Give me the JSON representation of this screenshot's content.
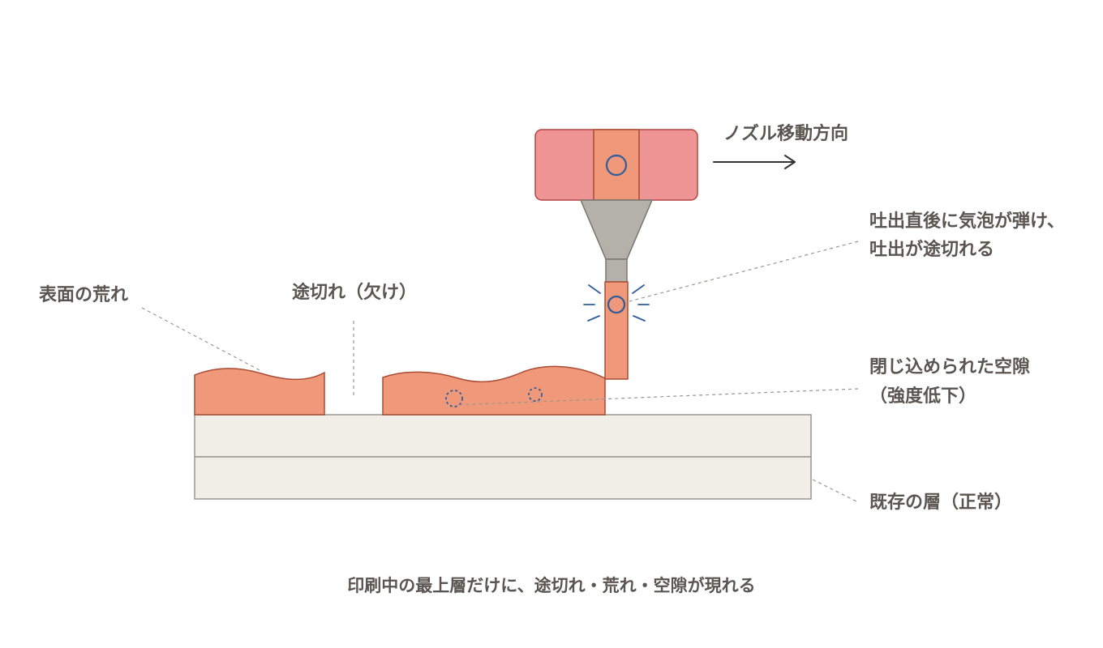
{
  "labels": {
    "nozzle_direction": "ノズル移動方向",
    "bubble_line1": "吐出直後に気泡が弾け、",
    "bubble_line2": "吐出が途切れる",
    "surface_rough": "表面の荒れ",
    "gap_missing": "途切れ（欠け）",
    "void_line1": "閉じ込められた空隙",
    "void_line2": "（強度低下）",
    "existing_layer": "既存の層（正常）"
  },
  "caption": "印刷中の最上層だけに、途切れ・荒れ・空隙が現れる",
  "colors": {
    "nozzle_body": "#ef9494",
    "filament": "#f0997a",
    "filament_stroke": "#a84c34",
    "cone": "#b4b0aa",
    "layer_fill": "#f1eee8",
    "layer_stroke": "#9a9590",
    "bubble": "#2f5d9b",
    "arrow": "#333333",
    "text": "#5a5550"
  }
}
